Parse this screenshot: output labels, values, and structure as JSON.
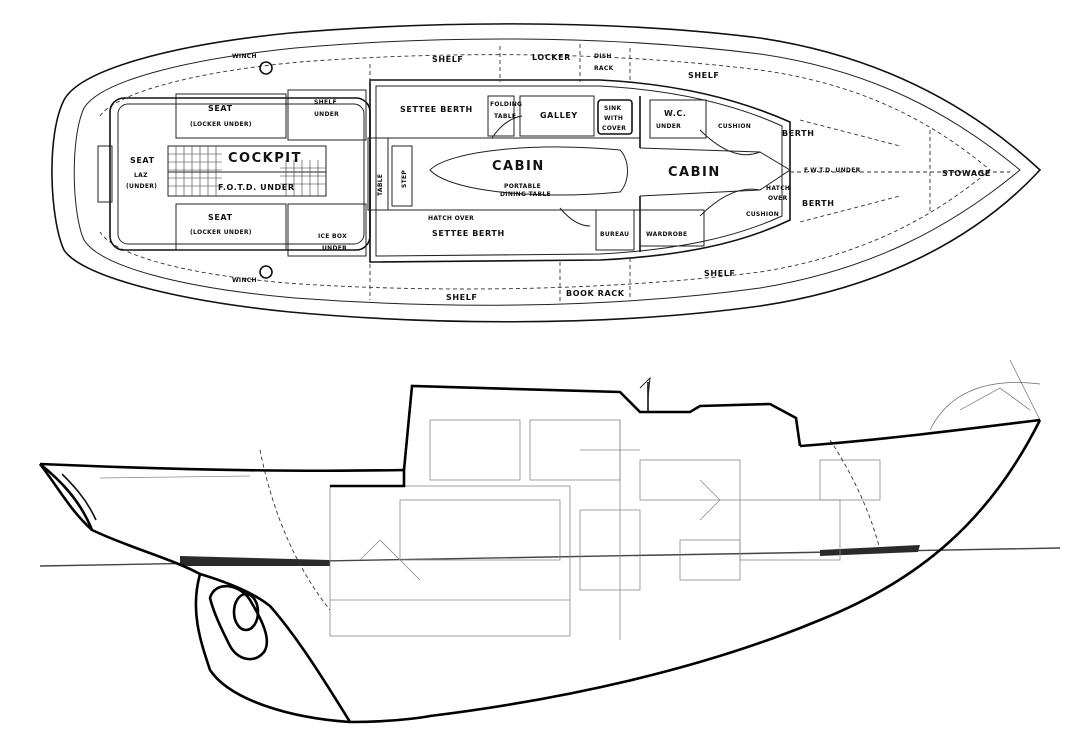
{
  "plan": {
    "labels": {
      "winch_top": "WINCH",
      "winch_bottom": "WINCH",
      "seat_aft": "SEAT",
      "laz": "LAZ",
      "laz_under": "(UNDER)",
      "seat_port": "SEAT",
      "seat_port_sub": "(LOCKER UNDER)",
      "seat_stbd": "SEAT",
      "seat_stbd_sub": "(LOCKER UNDER)",
      "cockpit": "COCKPIT",
      "foot_under": "F.O.T.D. UNDER",
      "shelf_under": "SHELF",
      "shelf_under_sub": "UNDER",
      "icebox": "ICE BOX",
      "icebox_sub": "UNDER",
      "table": "TABLE",
      "step": "STEP",
      "shelf_top": "SHELF",
      "locker": "LOCKER",
      "dish_rack": "DISH",
      "dish_rack_sub": "RACK",
      "shelf_top_fwd": "SHELF",
      "settee_top": "SETTEE BERTH",
      "folding_table": "FOLDING",
      "folding_table_sub": "TABLE",
      "galley": "GALLEY",
      "sink": "SINK",
      "sink_sub": "WITH",
      "sink_sub2": "COVER",
      "wc": "W.C.",
      "wc_sub": "UNDER",
      "cushion_top": "CUSHION",
      "berth_top": "BERTH",
      "cabin_main": "CABIN",
      "portable": "PORTABLE",
      "portable_sub": "DINING TABLE",
      "cabin_fwd": "CABIN",
      "fw_under": "F.W.T.D. UNDER",
      "hatch_over_fwd": "HATCH",
      "hatch_over_fwd_sub": "OVER",
      "cushion_bottom": "CUSHION",
      "berth_bottom": "BERTH",
      "stowage": "STOWAGE",
      "hatch_over": "HATCH OVER",
      "settee_bottom": "SETTEE BERTH",
      "bureau": "BUREAU",
      "wardrobe": "WARDROBE",
      "shelf_bottom": "SHELF",
      "book_rack": "BOOK RACK",
      "shelf_bottom_fwd": "SHELF"
    }
  }
}
